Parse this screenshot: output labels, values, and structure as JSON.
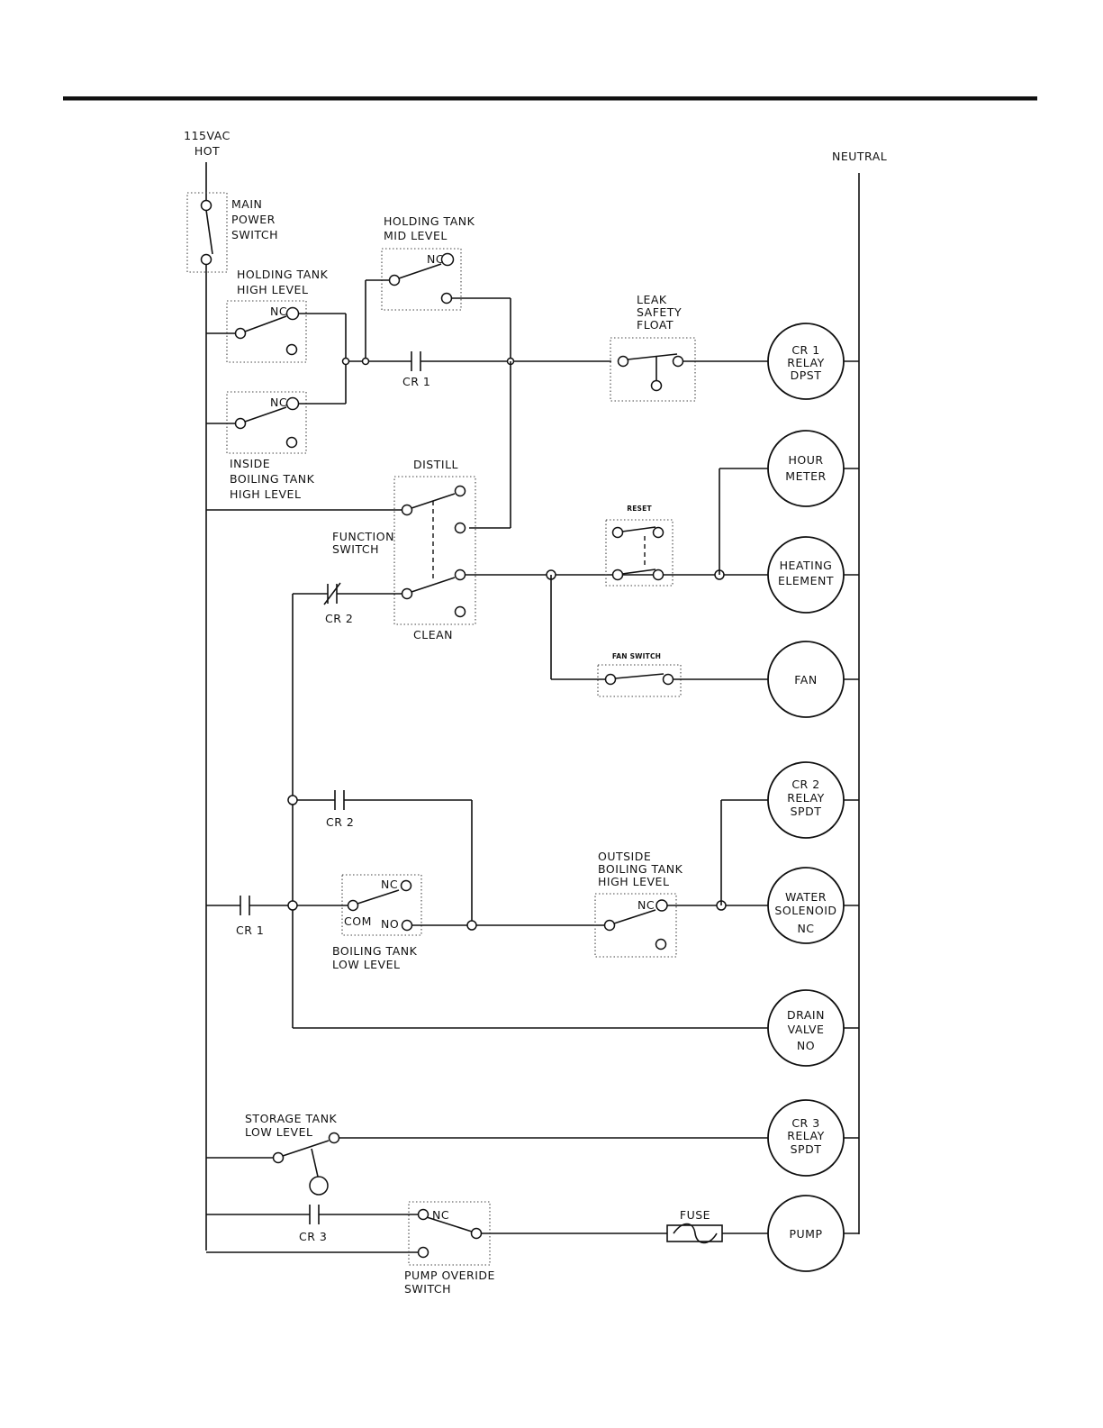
{
  "supply": {
    "hot": [
      "115VAC",
      "HOT"
    ],
    "neutral": "NEUTRAL"
  },
  "switches": {
    "main_power": [
      "MAIN",
      "POWER",
      "SWITCH"
    ],
    "holding_tank_high": [
      "HOLDING TANK",
      "HIGH LEVEL"
    ],
    "holding_tank_mid": [
      "HOLDING TANK",
      "MID LEVEL"
    ],
    "inside_boiling_high": [
      "INSIDE",
      "BOILING TANK",
      "HIGH LEVEL"
    ],
    "leak_safety_float": [
      "LEAK",
      "SAFETY",
      "FLOAT"
    ],
    "function_switch": [
      "FUNCTION",
      "SWITCH"
    ],
    "distill": "DISTILL",
    "clean": "CLEAN",
    "reset": "RESET",
    "fan_switch": "FAN SWITCH",
    "outside_boiling_high": [
      "OUTSIDE",
      "BOILING TANK",
      "HIGH LEVEL"
    ],
    "boiling_tank_low": [
      "BOILING TANK",
      "LOW LEVEL"
    ],
    "storage_tank_low": [
      "STORAGE TANK",
      "LOW LEVEL"
    ],
    "pump_override": [
      "PUMP OVERIDE",
      "SWITCH"
    ]
  },
  "contact_labels": {
    "nc": "NC",
    "no": "NO",
    "com": "COM"
  },
  "contacts": {
    "cr1_upper": "CR 1",
    "cr2_nc": "CR 2",
    "cr2_no": "CR 2",
    "cr1_lower": "CR 1",
    "cr3": "CR 3",
    "fuse": "FUSE"
  },
  "loads": {
    "cr1_relay": [
      "CR 1",
      "RELAY",
      "DPST"
    ],
    "hour_meter": [
      "HOUR",
      "METER"
    ],
    "heating_element": [
      "HEATING",
      "ELEMENT"
    ],
    "fan": [
      "FAN"
    ],
    "cr2_relay": [
      "CR 2",
      "RELAY",
      "SPDT"
    ],
    "water_solenoid": [
      "WATER",
      "SOLENOID",
      "NC"
    ],
    "drain_valve": [
      "DRAIN",
      "VALVE",
      "NO"
    ],
    "cr3_relay": [
      "CR 3",
      "RELAY",
      "SPDT"
    ],
    "pump": [
      "PUMP"
    ]
  }
}
